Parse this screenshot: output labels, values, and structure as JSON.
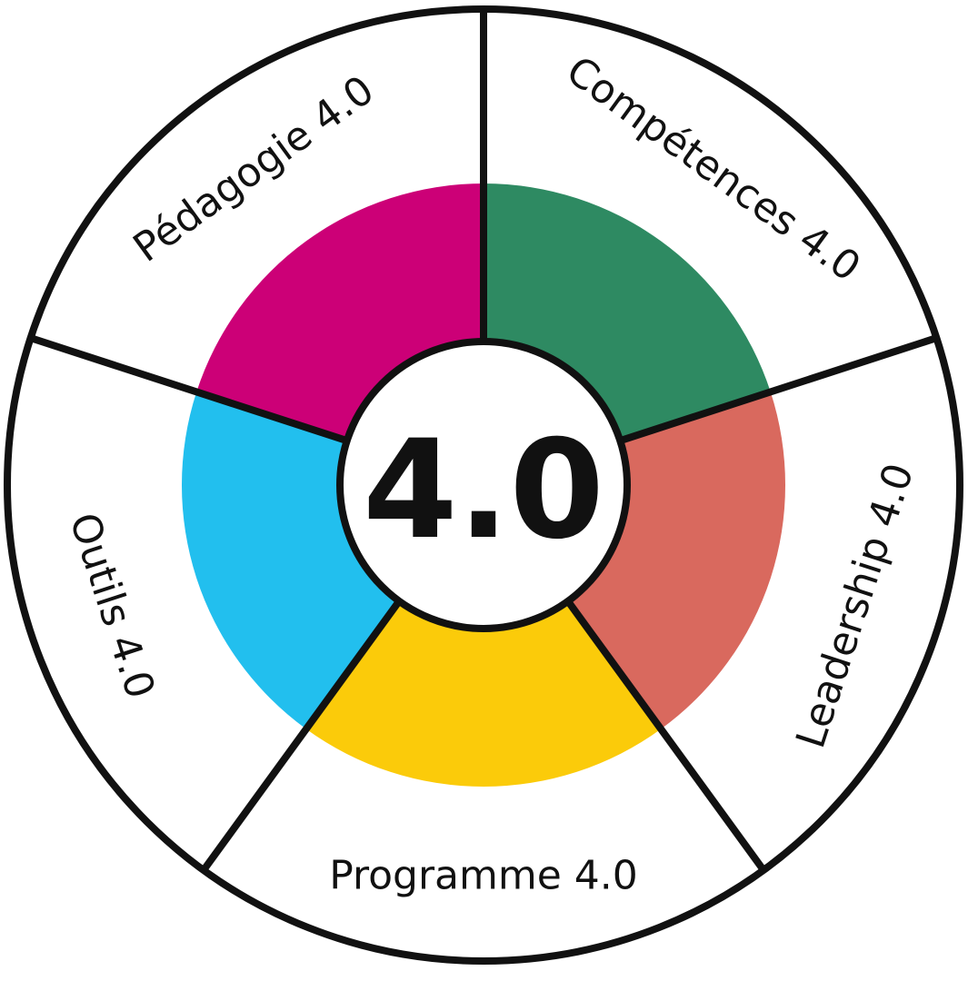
{
  "center": {
    "label": "4.0"
  },
  "segments": [
    {
      "label": "Compétences 4.0",
      "color": "#2E8A62"
    },
    {
      "label": "Leadership 4.0",
      "color": "#D9695E"
    },
    {
      "label": "Programme 4.0",
      "color": "#FBCB0A"
    },
    {
      "label": "Outils 4.0",
      "color": "#22BFEE"
    },
    {
      "label": "Pédagogie 4.0",
      "color": "#CC0077"
    }
  ],
  "outline_color": "#111111"
}
